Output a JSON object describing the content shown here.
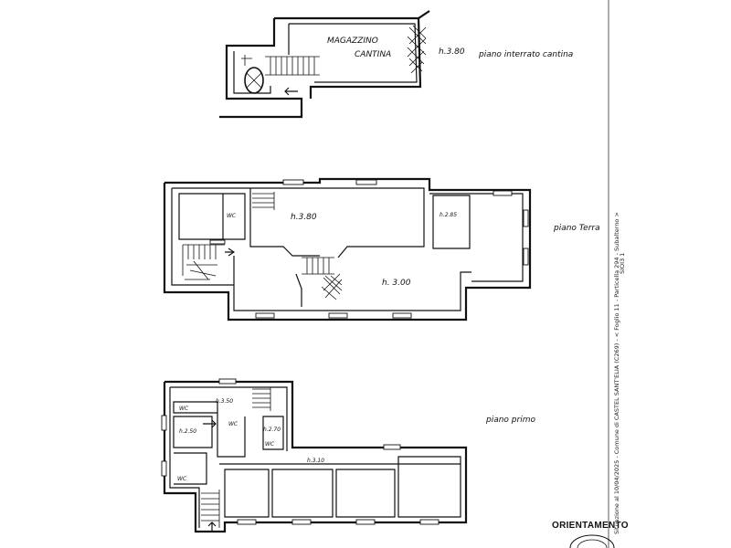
{
  "top_plan": {
    "room_label_1": "MAGAZZINO",
    "room_label_2": "CANTINA",
    "height": "h.3.80",
    "floor_caption": "piano interrato cantina"
  },
  "middle_plan": {
    "height_left": "h.3.80",
    "height_right_room": "h.2.85",
    "height_bottom": "h. 3.00",
    "wc_label": "WC",
    "floor_caption": "piano Terra"
  },
  "bottom_plan": {
    "wc_labels": [
      "WC",
      "WC",
      "WC",
      "WC"
    ],
    "heights": [
      "h.3.50",
      "h.2.50",
      "h.2.70",
      "h.3.10"
    ],
    "floor_caption": "piano primo"
  },
  "margin": {
    "vertical_text_1": "Situazione al 10/04/2025 - Comune di CASTEL SANT'ELIA (C269) - < Foglio 11 - Particella 294 - Subalterno >",
    "vertical_text_2": "SIOI3 1"
  },
  "orientation_label": "ORIENTAMENTO"
}
